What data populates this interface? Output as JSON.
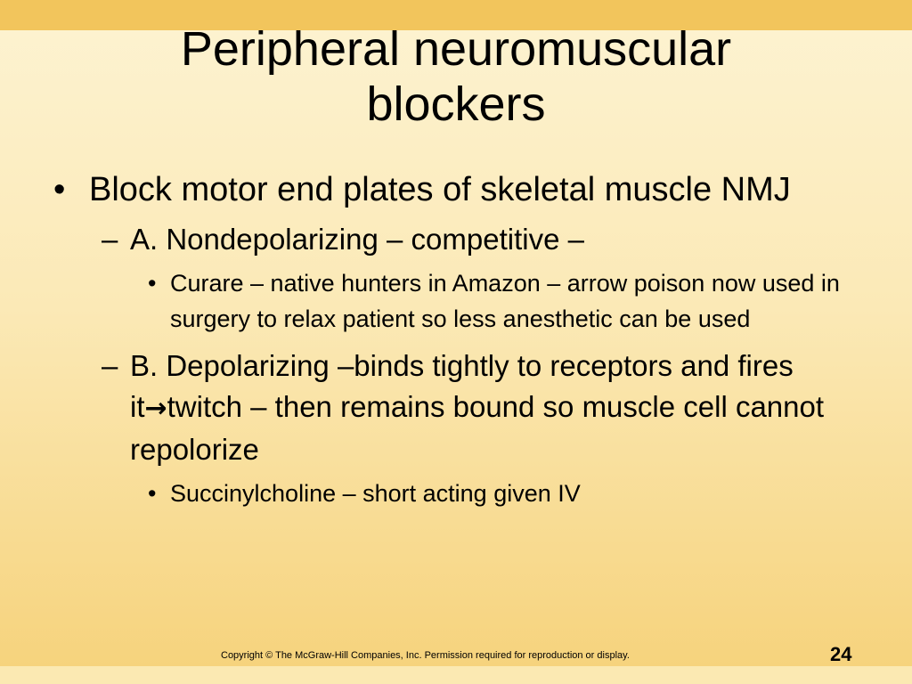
{
  "slide": {
    "title_line1": "Peripheral neuromuscular",
    "title_line2": "blockers",
    "bullet_glyph": "•",
    "dash_glyph": "–",
    "arrow_glyph": "→",
    "point1": "Block motor end plates of skeletal muscle NMJ",
    "sub_a": "A. Nondepolarizing – competitive –",
    "sub_a_detail": "Curare – native hunters in Amazon – arrow poison now used in surgery to relax patient so less anesthetic can be used",
    "sub_b_part1": "B. Depolarizing –binds tightly to receptors and fires it",
    "sub_b_part2": "twitch – then remains bound so muscle cell cannot repolorize",
    "sub_b_detail": "Succinylcholine – short acting given IV"
  },
  "footer": {
    "copyright": "Copyright © The McGraw-Hill Companies, Inc. Permission required for reproduction or display.",
    "page_number": "24"
  },
  "colors": {
    "top_band": "#f2c55c",
    "bottom_band": "#fbe9b2",
    "background_top": "#fdf3d2",
    "background_bottom": "#f6d27a"
  }
}
